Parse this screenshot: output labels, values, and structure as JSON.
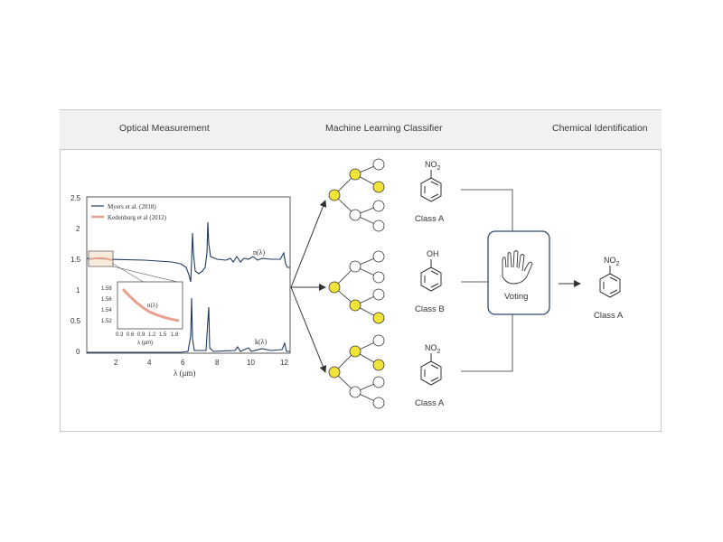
{
  "header": {
    "left": "Optical Measurement",
    "middle": "Machine Learning Classifier",
    "right": "Chemical Identification"
  },
  "plot": {
    "legend": [
      "Myers et al. (2018)",
      "Kedenburg et al (2012)"
    ],
    "xlabel": "λ (μm)",
    "y_ticks": [
      "2.5",
      "2",
      "1.5",
      "1",
      "0.5",
      "0"
    ],
    "x_ticks": [
      "2",
      "4",
      "6",
      "8",
      "10",
      "12"
    ],
    "curve_n": "n(λ)",
    "curve_k": "k(λ)",
    "inset": {
      "curve": "n(λ)",
      "xlabel": "λ (μm)",
      "y_ticks": [
        "1.58",
        "1.56",
        "1.54",
        "1.52"
      ],
      "x_ticks": [
        "0.3",
        "0.6",
        "0.9",
        "1.2",
        "1.5",
        "1.8"
      ]
    }
  },
  "classes": {
    "top": {
      "group": "NO2",
      "label": "Class A"
    },
    "mid": {
      "group": "OH",
      "label": "Class B"
    },
    "bot": {
      "group": "NO2",
      "label": "Class A"
    }
  },
  "voting_label": "Voting",
  "result": {
    "group": "NO2",
    "label": "Class A"
  },
  "colors": {
    "node_fill": "#f2e339",
    "line": "#1f3b63",
    "accent": "#e8a08f",
    "box": "#2f4a6e"
  }
}
